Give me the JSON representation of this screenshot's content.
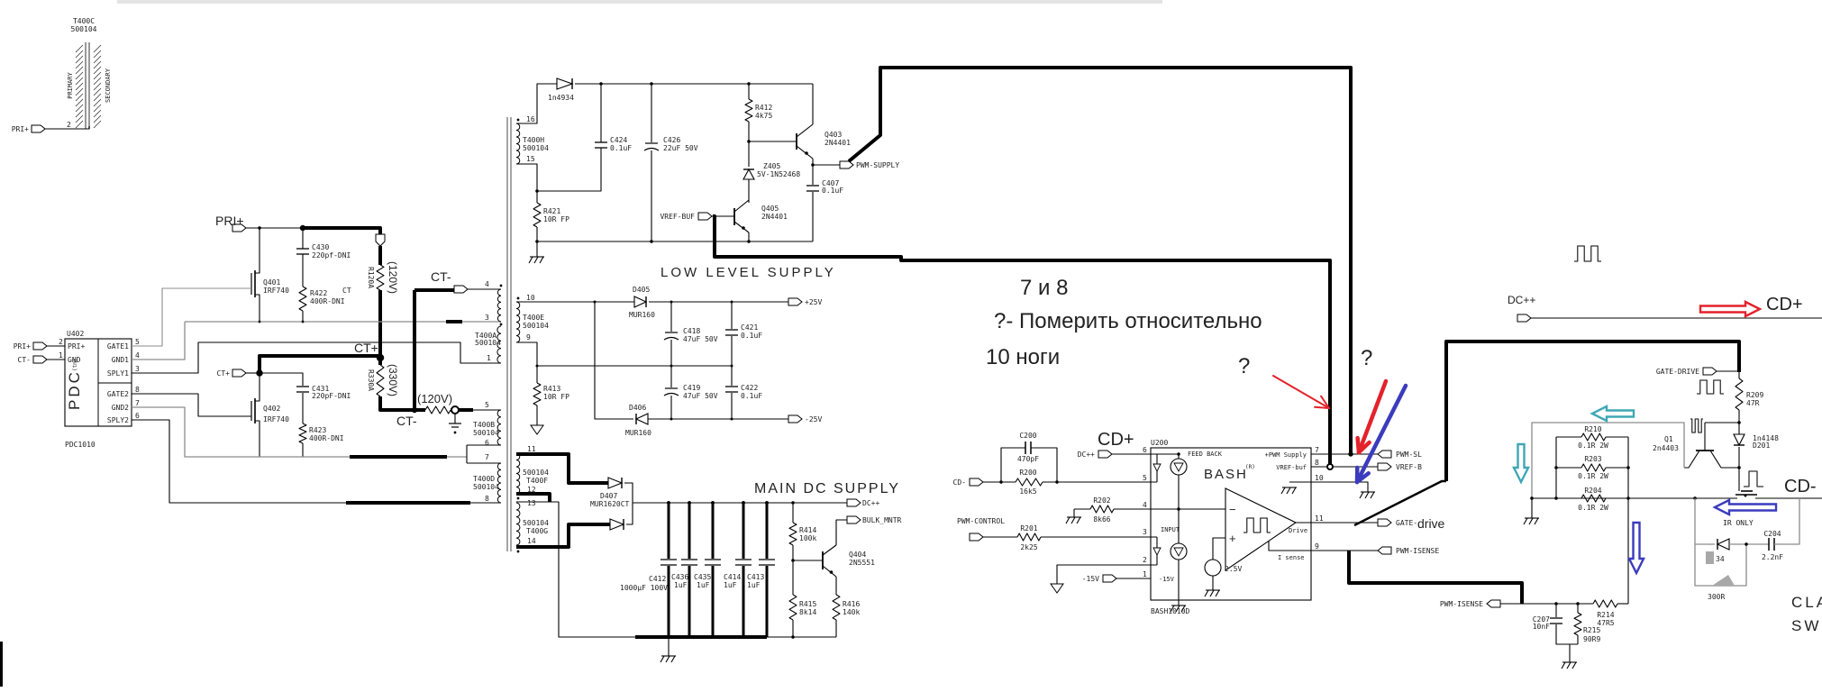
{
  "colors": {
    "wire": "#000000",
    "gray_wire": "#8c8c8c",
    "transformer_core": "#9a9a9a",
    "red_annotation": "#e3222b",
    "blue_annotation": "#3b3bbd",
    "cyan_annotation": "#3fa7b5",
    "section_text": "#444444"
  },
  "notes": {
    "line1": "7 и 8",
    "line2": "?- Померить относительно",
    "line3": "10 ноги",
    "q_left": "?",
    "q_right": "?"
  },
  "hand_labels": {
    "pri_plus": "PRI+",
    "ct_minus_top": "CT-",
    "ct_plus": "CT+",
    "ct_minus_bottom": "CT-",
    "v120_upper": "(120V)",
    "v330": "(330V)",
    "v120": "(120V)",
    "cd_plus_bash": "CD+",
    "cd_plus": "CD+",
    "cd_minus": "CD-",
    "dc_plus_plus": "DC++",
    "drive": "drive"
  },
  "sections": {
    "low_level": "LOW LEVEL SUPPLY",
    "main_dc": "MAIN DC SUPPLY",
    "clamp_1": "CLA",
    "clamp_2": "SWI"
  },
  "t400c": {
    "ref": "T400C",
    "value": "500104",
    "primary": "PRIMARY",
    "secondary": "SECONDARY",
    "pin": "2",
    "net": "PRI+"
  },
  "u402": {
    "ref": "U402",
    "name": "PDC",
    "tm": "(tm)",
    "part": "PDC1010",
    "left_pins": [
      {
        "net": "PRI+",
        "num": "2",
        "name": "PRI+"
      },
      {
        "net": "CT-",
        "num": "1",
        "name": "GND"
      }
    ],
    "right_pins": [
      {
        "name": "GATE1",
        "num": "5"
      },
      {
        "name": "GND1",
        "num": "4"
      },
      {
        "name": "SPLY1",
        "num": "3"
      },
      {
        "name": "GATE2",
        "num": "8"
      },
      {
        "name": "GND2",
        "num": "7"
      },
      {
        "name": "SPLY2",
        "num": "6"
      }
    ]
  },
  "parts": {
    "q401": {
      "ref": "Q401",
      "value": "IRF740"
    },
    "q402": {
      "ref": "Q402",
      "value": "IRF740"
    },
    "c430": {
      "ref": "C430",
      "value": "220pf-DNI"
    },
    "r422": {
      "ref": "R422",
      "value": "400R-DNI"
    },
    "ct": "CT",
    "c431": {
      "ref": "C431",
      "value": "220pF-DNI"
    },
    "r423": {
      "ref": "R423",
      "value": "400R-DNI"
    },
    "r120a": {
      "ref": "R120A"
    },
    "r330a": {
      "ref": "R330A"
    },
    "t400a": {
      "ref": "T400A",
      "value": "500104"
    },
    "t400b": {
      "ref": "T400B",
      "value": "500104"
    },
    "t400d": {
      "ref": "T400D",
      "value": "500104"
    },
    "t400h": {
      "ref": "T400H",
      "value": "500104"
    },
    "t400e": {
      "ref": "T400E",
      "value": "500104"
    },
    "t400f": {
      "ref": "T400F",
      "value": "500104"
    },
    "t400g": {
      "ref": "T400G",
      "value": "500104"
    },
    "d_1n4934": {
      "value": "1n4934"
    },
    "c424": {
      "ref": "C424",
      "value": "0.1uF"
    },
    "c426": {
      "ref": "C426",
      "value": "22uF 50V"
    },
    "r421": {
      "ref": "R421",
      "value": "10R FP"
    },
    "r412": {
      "ref": "R412",
      "value": "4k75"
    },
    "z405": {
      "ref": "Z405",
      "value": "5V-1N52468"
    },
    "q405": {
      "ref": "Q405",
      "value": "2N4401"
    },
    "q403": {
      "ref": "Q403",
      "value": "2N4401"
    },
    "c407": {
      "ref": "C407",
      "value": "0.1uF"
    },
    "d405": {
      "ref": "D405",
      "value": "MUR160"
    },
    "d406": {
      "ref": "D406",
      "value": "MUR160"
    },
    "c418": {
      "ref": "C418",
      "value": "47uF 50V"
    },
    "c419": {
      "ref": "C419",
      "value": "47uF 50V"
    },
    "c421": {
      "ref": "C421",
      "value": "0.1uF"
    },
    "c422": {
      "ref": "C422",
      "value": "0.1uF"
    },
    "r413": {
      "ref": "R413",
      "value": "10R FP"
    },
    "d407": {
      "ref": "D407",
      "value": "MUR1620CT"
    },
    "c412": {
      "ref": "C412",
      "value": "1000µF 100V"
    },
    "c436": {
      "ref": "C436",
      "value": "1uF"
    },
    "c435": {
      "ref": "C435",
      "value": "1uF"
    },
    "c414": {
      "ref": "C414",
      "value": "1uF"
    },
    "c413": {
      "ref": "C413",
      "value": "1uF"
    },
    "r414": {
      "ref": "R414",
      "value": "100k"
    },
    "r415": {
      "ref": "R415",
      "value": "8k14"
    },
    "r416": {
      "ref": "R416",
      "value": "140k"
    },
    "q404": {
      "ref": "Q404",
      "value": "2N5551"
    },
    "c200": {
      "ref": "C200",
      "value": "470pF"
    },
    "r200": {
      "ref": "R200",
      "value": "16k5"
    },
    "r202": {
      "ref": "R202",
      "value": "8k66"
    },
    "r201": {
      "ref": "R201",
      "value": "2k25"
    },
    "r209": {
      "ref": "R209",
      "value": "47R"
    },
    "d201": {
      "ref": "D201",
      "value": "1n4148"
    },
    "q1": {
      "ref": "Q1",
      "value": "2n4403"
    },
    "r210": {
      "ref": "R210",
      "value": "0.1R 2W"
    },
    "r203": {
      "ref": "R203",
      "value": "0.1R 2W"
    },
    "r204": {
      "ref": "R204",
      "value": "0.1R 2W"
    },
    "r214": {
      "ref": "R214",
      "value": "47R5"
    },
    "r215": {
      "ref": "R215",
      "value": "90R9"
    },
    "c207": {
      "ref": "C207",
      "value": "10nF"
    },
    "c204": {
      "ref": "C204",
      "value": "2.2nF"
    },
    "clamp_diode": {
      "value": "34"
    },
    "clamp_res": {
      "value": "300R"
    },
    "ir_only": "IR ONLY"
  },
  "u200": {
    "ref": "U200",
    "part": "BASH1010D",
    "name": "BASH",
    "reg": "(R)",
    "feedback": "FEED BACK",
    "input": "INPUT",
    "pwm_supply": "+PWM Supply",
    "vref_buf": "VREF-buf",
    "drive": "Drive",
    "isense": "I sense",
    "ref_v": "2.5V",
    "neg15": "-15V",
    "minus": "−",
    "plus": "+",
    "pins": {
      "p6": "6",
      "p5": "5",
      "p4": "4",
      "p3": "3",
      "p2": "2",
      "p1": "1",
      "p7": "7",
      "p8": "8",
      "p10": "10",
      "p11": "11",
      "p9": "9"
    }
  },
  "nets": {
    "pri_plus": "PRI+",
    "ct_plus": "CT+",
    "vref_buf": "VREF-BUF",
    "pwm_supply": "PWM-SUPPLY",
    "plus25": "+25V",
    "minus25": "-25V",
    "dc_pp": "DC++",
    "bulk_mntr": "BULK_MNTR",
    "dc_pp_u200": "DC++",
    "cd_minus": "CD-",
    "pwm_control": "PWM-CONTROL",
    "neg15": "-15V",
    "pwm_sl": "PWM-SL",
    "vref_b": "VREF-B",
    "gate_prefix": "GATE-",
    "pwm_isense": "PWM-ISENSE",
    "gate_drive": "GATE-DRIVE",
    "pwm_isense_right": "PWM-ISENSE"
  },
  "transformer_pins": [
    "4",
    "3",
    "1",
    "5",
    "6",
    "7",
    "8",
    "16",
    "15",
    "10",
    "9",
    "11",
    "12",
    "13",
    "14"
  ]
}
